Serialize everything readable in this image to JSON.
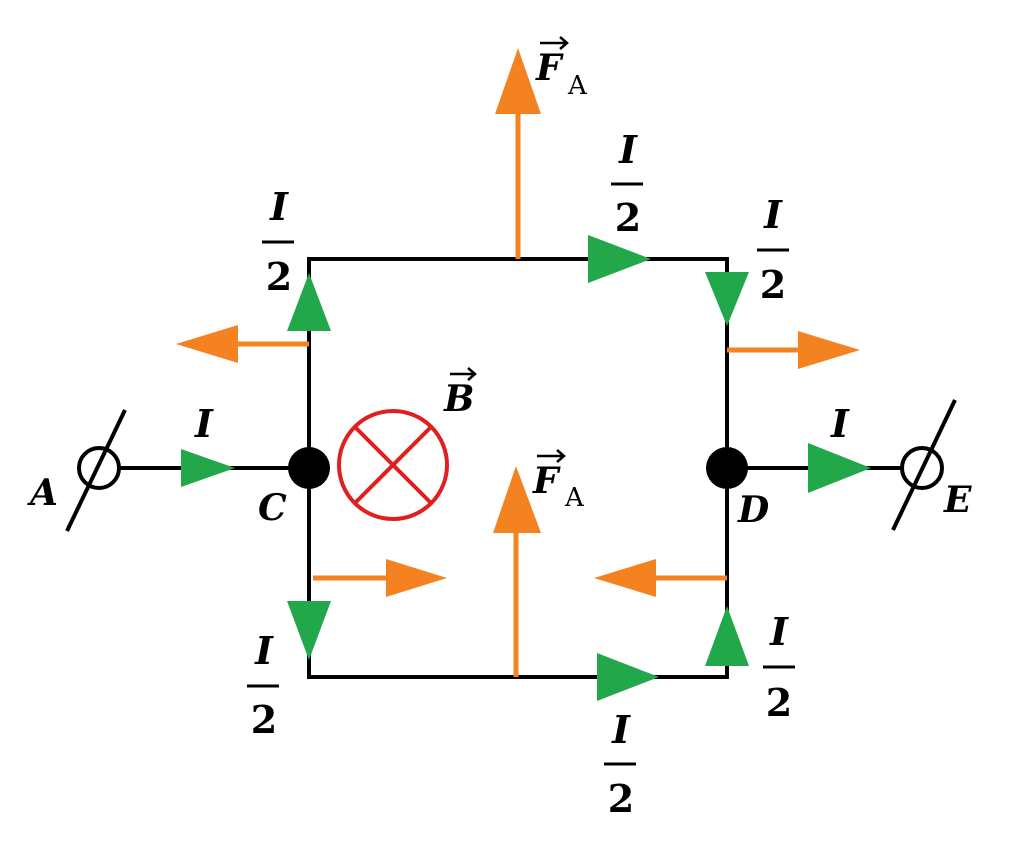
{
  "labels": {
    "A": "A",
    "C": "C",
    "D": "D",
    "E": "E",
    "B": "B",
    "I": "I",
    "F": "F",
    "A_sub": "A",
    "two": "2"
  },
  "colors": {
    "wire": "#000000",
    "current_arrow": "#22a84a",
    "force_arrow": "#f58220",
    "field_symbol": "#e02020"
  },
  "icons": {
    "field_into_page": "circle-cross-icon",
    "terminal": "terminal-circle-slash-icon"
  }
}
